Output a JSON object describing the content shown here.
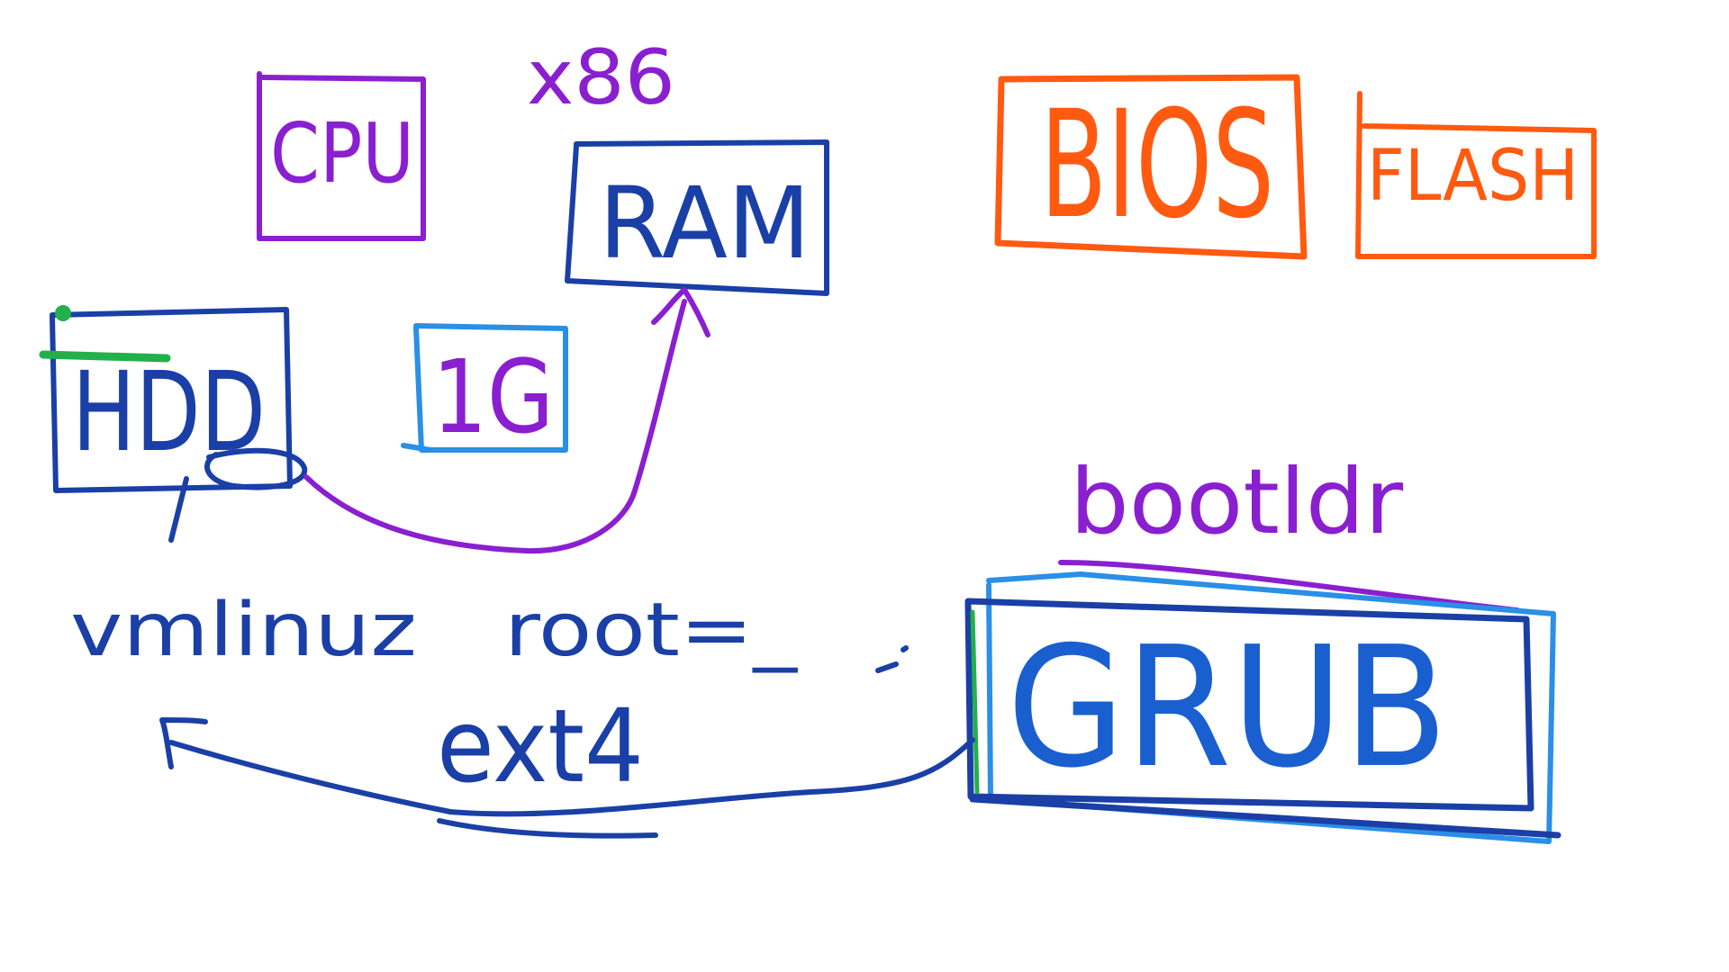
{
  "colors": {
    "background": "#ffffff",
    "purple": "#8a1fd0",
    "darkblue": "#1a3fa6",
    "blue": "#1a5fd0",
    "lightblue": "#2a8fe6",
    "orange": "#ff5a10",
    "green": "#22b04a"
  },
  "labels": {
    "cpu": "CPU",
    "x86": "x86",
    "ram": "RAM",
    "bios": "BIOS",
    "flash": "FLASH",
    "hdd": "HDD",
    "size_1g": "1G",
    "bootldr": "bootldr",
    "grub": "GRUB",
    "vmlinuz": "vmlinuz",
    "root": "root=_",
    "ext4": "ext4"
  }
}
